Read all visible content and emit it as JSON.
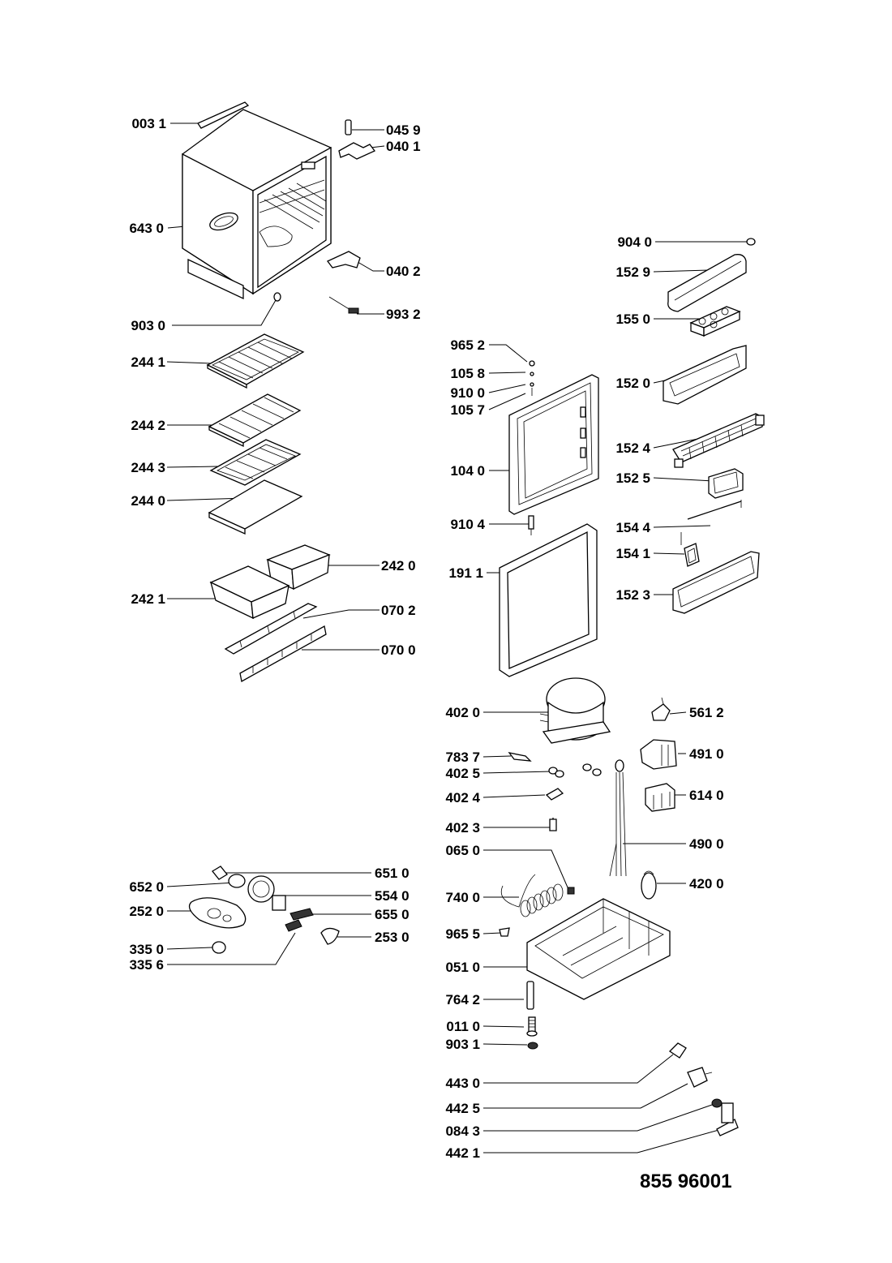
{
  "drawing_number": "855 96001",
  "callouts": {
    "c0031": "003 1",
    "c0459": "045 9",
    "c0401": "040 1",
    "c6430": "643 0",
    "c0402": "040 2",
    "c9932": "993 2",
    "c9030": "903 0",
    "c2441": "244 1",
    "c2442": "244 2",
    "c2443": "244 3",
    "c2440": "244 0",
    "c2420": "242 0",
    "c2421": "242 1",
    "c0702": "070 2",
    "c0700": "070 0",
    "c9040": "904 0",
    "c1529": "152 9",
    "c1550": "155 0",
    "c1520": "152 0",
    "c1524": "152 4",
    "c1525": "152 5",
    "c1544": "154 4",
    "c1541": "154 1",
    "c1523": "152 3",
    "c9652": "965 2",
    "c1058": "105 8",
    "c9100": "910 0",
    "c1057": "105 7",
    "c1040": "104 0",
    "c9104": "910 4",
    "c1911": "191 1",
    "c4020": "402 0",
    "c5612": "561 2",
    "c7837": "783 7",
    "c4910": "491 0",
    "c4025": "402 5",
    "c4024": "402 4",
    "c6140": "614 0",
    "c4023": "402 3",
    "c4900": "490 0",
    "c0650": "065 0",
    "c4200": "420 0",
    "c7400": "740 0",
    "c9655": "965 5",
    "c0510": "051 0",
    "c7642": "764 2",
    "c0110": "011 0",
    "c9031": "903 1",
    "c4430": "443 0",
    "c4425": "442 5",
    "c0843": "084 3",
    "c4421": "442 1",
    "c6510": "651 0",
    "c6520": "652 0",
    "c5540": "554 0",
    "c2520": "252 0",
    "c6550": "655 0",
    "c2530": "253 0",
    "c3350": "335 0",
    "c3356": "335 6"
  }
}
